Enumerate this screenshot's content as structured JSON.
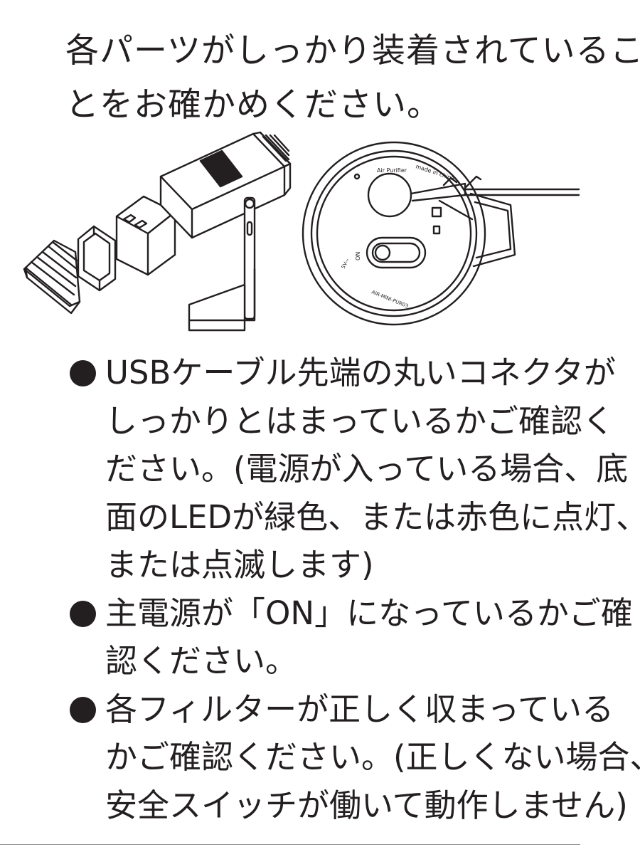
{
  "intro": {
    "lines": [
      "各パーツがしっかり装着されているこ",
      "とをお確かめください。"
    ]
  },
  "figure": {
    "device_labels": {
      "product": "Air Purifier",
      "made_in": "made in china",
      "model": "AIR-MINI-PUR03",
      "input": "5V⎓",
      "switch": "ON"
    }
  },
  "bullets": [
    {
      "lines": [
        "USBケーブル先端の丸いコネクタが",
        "しっかりとはまっているかご確認く",
        "ださい。(電源が入っている場合、底",
        "面のLEDが緑色、または赤色に点灯、",
        "または点滅します)"
      ]
    },
    {
      "lines": [
        "主電源が「ON」になっているかご確",
        "認ください。"
      ]
    },
    {
      "lines": [
        "各フィルターが正しく収まっている",
        "かご確認ください。(正しくない場合、",
        "安全スイッチが働いて動作しません)"
      ]
    }
  ],
  "colors": {
    "ink": "#231f20",
    "divider": "#9a9a9a"
  }
}
